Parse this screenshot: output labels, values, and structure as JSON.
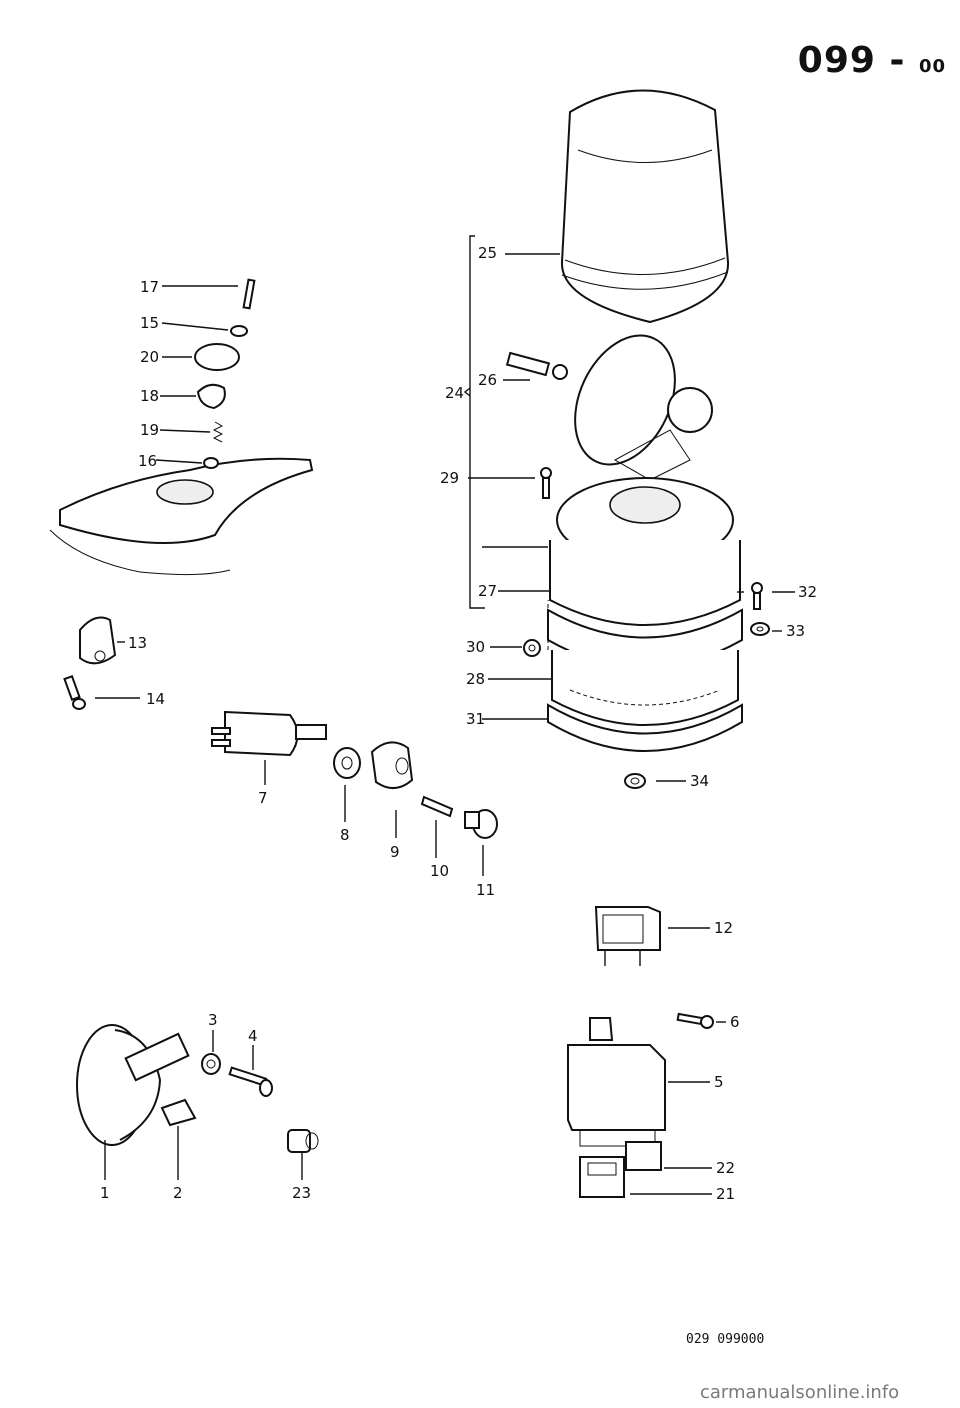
{
  "header": {
    "page_code": "099",
    "page_code_suffix": "00"
  },
  "footer": {
    "drawing_number": "029 099000",
    "watermark": "carmanualsonline.info"
  },
  "callouts": [
    {
      "id": "c1",
      "text": "1"
    },
    {
      "id": "c2",
      "text": "2"
    },
    {
      "id": "c3",
      "text": "3"
    },
    {
      "id": "c4",
      "text": "4"
    },
    {
      "id": "c5",
      "text": "5"
    },
    {
      "id": "c6",
      "text": "6"
    },
    {
      "id": "c7",
      "text": "7"
    },
    {
      "id": "c8",
      "text": "8"
    },
    {
      "id": "c9",
      "text": "9"
    },
    {
      "id": "c10",
      "text": "10"
    },
    {
      "id": "c11",
      "text": "11"
    },
    {
      "id": "c12",
      "text": "12"
    },
    {
      "id": "c13",
      "text": "13"
    },
    {
      "id": "c14",
      "text": "14"
    },
    {
      "id": "c15",
      "text": "15"
    },
    {
      "id": "c16",
      "text": "16"
    },
    {
      "id": "c17",
      "text": "17"
    },
    {
      "id": "c18",
      "text": "18"
    },
    {
      "id": "c19",
      "text": "19"
    },
    {
      "id": "c20",
      "text": "20"
    },
    {
      "id": "c21",
      "text": "21"
    },
    {
      "id": "c22",
      "text": "22"
    },
    {
      "id": "c23",
      "text": "23"
    },
    {
      "id": "c24",
      "text": "24"
    },
    {
      "id": "c25",
      "text": "25"
    },
    {
      "id": "c26",
      "text": "26"
    },
    {
      "id": "c27",
      "text": "27"
    },
    {
      "id": "c28",
      "text": "28"
    },
    {
      "id": "c29",
      "text": "29"
    },
    {
      "id": "c30",
      "text": "30"
    },
    {
      "id": "c31",
      "text": "31"
    },
    {
      "id": "c32",
      "text": "32"
    },
    {
      "id": "c33",
      "text": "33"
    },
    {
      "id": "c34",
      "text": "34"
    }
  ]
}
